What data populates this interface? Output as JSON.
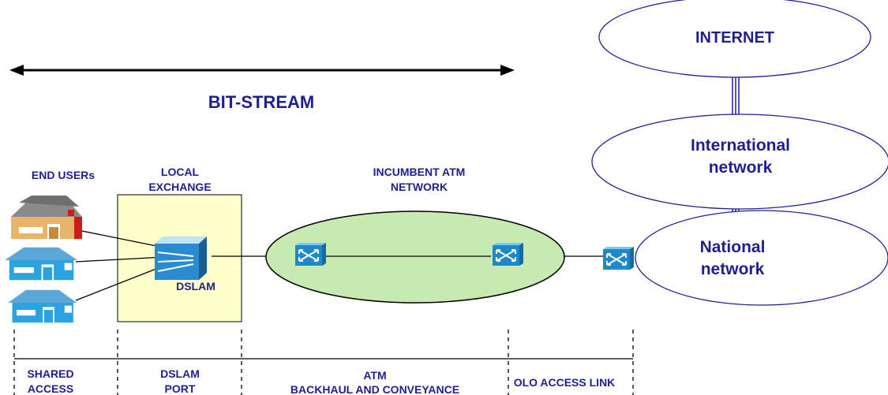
{
  "title": "BIT-STREAM",
  "labels": {
    "end_users": "END USERs",
    "local_exchange": [
      "LOCAL",
      "EXCHANGE"
    ],
    "incumbent_atm": [
      "INCUMBENT ATM",
      "NETWORK"
    ],
    "dslam": "DSLAM",
    "internet": "INTERNET",
    "international": [
      "International",
      "network"
    ],
    "national": [
      "National",
      "network"
    ]
  },
  "segments": {
    "shared_access": [
      "SHARED",
      "ACCESS"
    ],
    "dslam_port": [
      "DSLAM",
      "PORT"
    ],
    "atm_backhaul": [
      "ATM",
      "BACKHAUL AND CONVEYANCE"
    ],
    "olo_access_link": "OLO ACCESS LINK"
  },
  "colors": {
    "text": "#1f1f8f",
    "ellipse_fill": "#c6eab2",
    "exchange_fill": "#ffffcc",
    "device_blue": "#2aa3e0",
    "network_stroke": "#1f1f8f"
  },
  "icons": [
    "house-icon",
    "dslam-icon",
    "atm-switch-icon"
  ]
}
